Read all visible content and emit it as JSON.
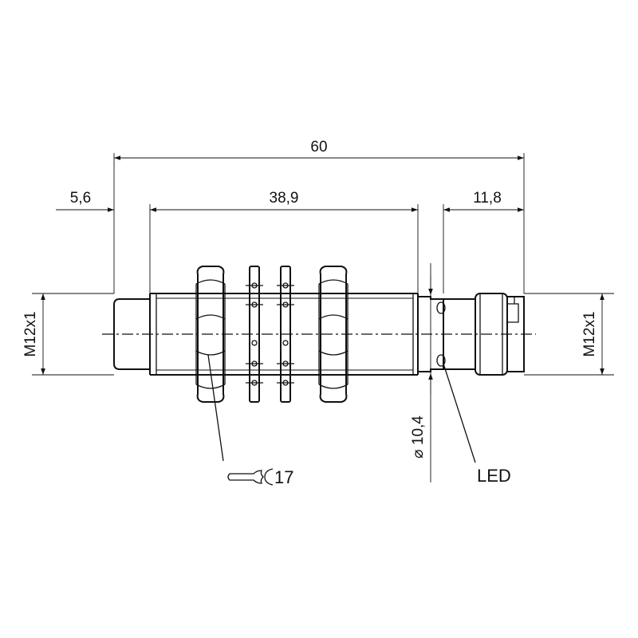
{
  "dimensions": {
    "total_length": "60",
    "front_offset": "5,6",
    "thread_length": "38,9",
    "connector_length": "11,8",
    "thread_left": "M12x1",
    "thread_right": "M12x1",
    "body_diameter": "⌀ 10,4"
  },
  "labels": {
    "wrench_size": "17",
    "led": "LED"
  }
}
